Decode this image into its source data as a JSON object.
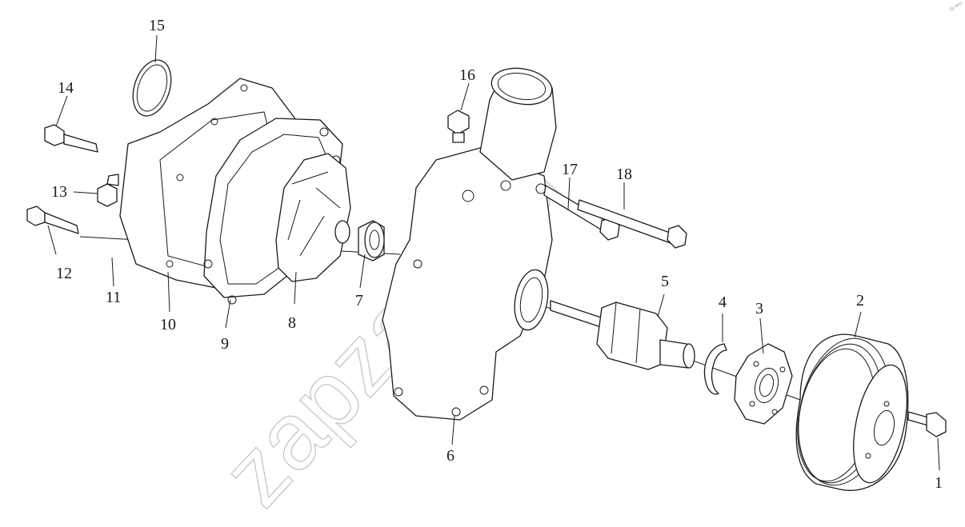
{
  "diagram": {
    "watermark": "zapzam.ru",
    "corner_mark": "zp wm",
    "callouts": [
      "1",
      "2",
      "3",
      "4",
      "5",
      "6",
      "7",
      "8",
      "9",
      "10",
      "11",
      "12",
      "13",
      "14",
      "15",
      "16",
      "17",
      "18"
    ]
  }
}
